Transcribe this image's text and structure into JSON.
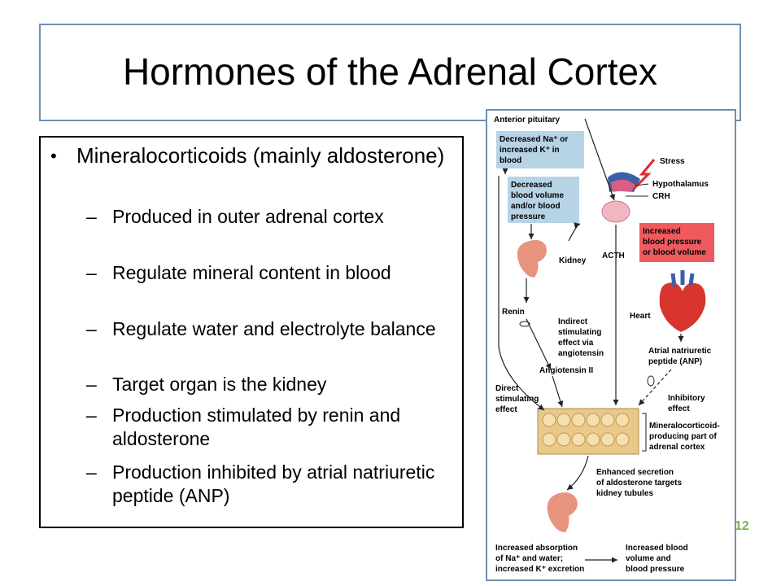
{
  "title": "Hormones of the Adrenal Cortex",
  "bullets": {
    "main": "Mineralocorticoids (mainly aldosterone)",
    "subs": [
      "Produced in outer adrenal cortex",
      "Regulate mineral content in blood",
      "Regulate water and electrolyte balance",
      "Target organ is the kidney",
      "Production stimulated by renin and aldosterone",
      "Production inhibited by atrial natriuretic peptide (ANP)"
    ]
  },
  "slide_number": "12",
  "figure": {
    "anterior_pituitary": "Anterior pituitary",
    "decreased_na": [
      "Decreased Na⁺ or",
      "increased K⁺ in",
      "blood"
    ],
    "decreased_bv": [
      "Decreased",
      "blood volume",
      "and/or blood",
      "pressure"
    ],
    "stress": "Stress",
    "hypothalamus": "Hypothalamus",
    "crh": "CRH",
    "increased_bp": [
      "Increased",
      "blood pressure",
      "or blood volume"
    ],
    "kidney": "Kidney",
    "acth": "ACTH",
    "renin": "Renin",
    "indirect": [
      "Indirect",
      "stimulating",
      "effect via",
      "angiotensin"
    ],
    "heart": "Heart",
    "anp": [
      "Atrial natriuretic",
      "peptide (ANP)"
    ],
    "angiotensin": "Angiotensin II",
    "direct": [
      "Direct",
      "stimulating",
      "effect"
    ],
    "inhibitory": [
      "Inhibitory",
      "effect"
    ],
    "mineralo_part": [
      "Mineralocorticoid-",
      "producing part of",
      "adrenal cortex"
    ],
    "enhanced": [
      "Enhanced secretion",
      "of aldosterone targets",
      "kidney tubules"
    ],
    "increased_absorption": [
      "Increased absorption",
      "of Na⁺ and water;",
      "increased K⁺ excretion"
    ],
    "increased_bv": [
      "Increased blood",
      "volume and",
      "blood pressure"
    ],
    "colors": {
      "blue_box": "#b7d3e6",
      "red_box": "#ee5a5e",
      "kidney": "#e8937d",
      "cortex": "#e8c98a"
    }
  }
}
